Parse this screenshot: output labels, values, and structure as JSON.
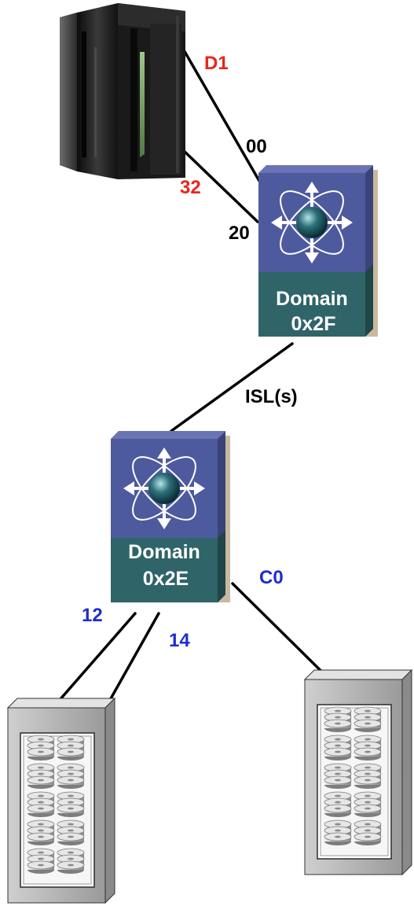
{
  "colors": {
    "red_label": "#e8261c",
    "blue_label": "#1f2ccf",
    "black_label": "#000000",
    "switch_top": "#4e5a9e",
    "switch_bottom": "#2f6468",
    "line": "#000000"
  },
  "mainframe": {
    "icon": "mainframe-server-icon",
    "ports": {
      "upper": "D1",
      "lower": "32"
    }
  },
  "switch_top": {
    "icon": "fabric-switch-icon",
    "domain_line1": "Domain",
    "domain_line2": "0x2F",
    "ports": {
      "upper": "00",
      "lower": "20"
    }
  },
  "isl": {
    "label": "ISL(s)"
  },
  "switch_bottom": {
    "icon": "fabric-switch-icon",
    "domain_line1": "Domain",
    "domain_line2": "0x2E",
    "ports": {
      "left_a": "12",
      "left_b": "14",
      "right": "C0"
    }
  },
  "storage_left": {
    "icon": "disk-storage-array-icon"
  },
  "storage_right": {
    "icon": "disk-storage-array-icon"
  }
}
